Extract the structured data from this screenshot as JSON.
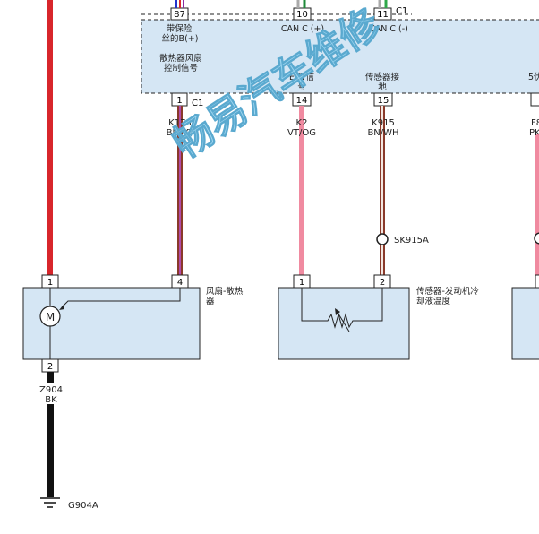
{
  "module": {
    "connector": "C1",
    "pin87": "87",
    "pin10": "10",
    "pin11": "11",
    "pin1": "1",
    "pin14": "14",
    "pin15": "15",
    "fused_b_1": "带保险",
    "fused_b_2": "丝的B(+)",
    "can_high": "CAN C (+)",
    "can_low": "CAN C (-)",
    "fan_signal_1": "散热器风扇",
    "fan_signal_2": "控制信号",
    "ect_1": "ECT信",
    "ect_2": "号",
    "sensor_gnd_1": "传感器接",
    "sensor_gnd_2": "地",
    "partial_right": "5伏",
    "bottom_connector": "C1"
  },
  "wires": {
    "k173_id": "K173",
    "k173_color": "BN/VT",
    "k2_id": "K2",
    "k2_color": "VT/OG",
    "k915_id": "K915",
    "k915_color": "BN/WH",
    "partial_id": "F8",
    "partial_color": "PK",
    "splice": "SK915A",
    "z904_id": "Z904",
    "z904_color": "BK"
  },
  "fan": {
    "label_1": "风扇-散热",
    "label_2": "器",
    "pin1": "1",
    "pin4": "4",
    "pin2": "2",
    "motor_symbol": "M"
  },
  "sensor": {
    "label_1": "传感器-发动机冷",
    "label_2": "却液温度",
    "pin1": "1",
    "pin2": "2"
  },
  "ground": {
    "label": "G904A"
  },
  "watermark": "畅易汽车维修",
  "colors": {
    "box_fill": "#d5e6f4",
    "red_wire": "#d8262b",
    "pink_wire": "#f08aa0",
    "brown_wire": "#8a3a2a",
    "purple_wire": "#7a1fa0",
    "black_wire": "#111111",
    "watermark": "#7ec8e8"
  }
}
